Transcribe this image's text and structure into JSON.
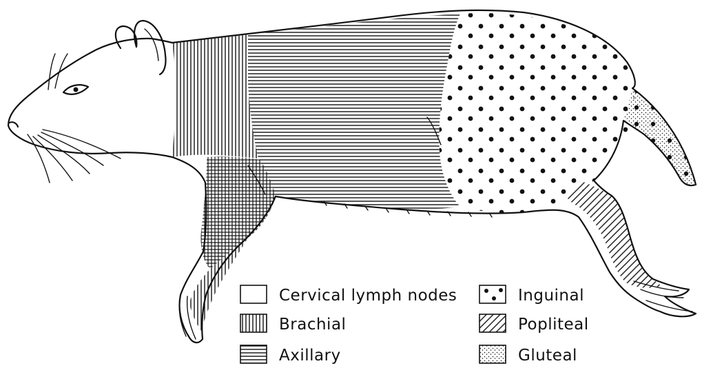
{
  "legend": {
    "items": [
      {
        "key": "cervical",
        "label": "Cervical lymph nodes",
        "pattern": "blank"
      },
      {
        "key": "brachial",
        "label": "Brachial",
        "pattern": "vertical-lines"
      },
      {
        "key": "axillary",
        "label": "Axillary",
        "pattern": "horizontal-lines"
      },
      {
        "key": "inguinal",
        "label": "Inguinal",
        "pattern": "large-dots"
      },
      {
        "key": "popliteal",
        "label": "Popliteal",
        "pattern": "diagonal-lines"
      },
      {
        "key": "gluteal",
        "label": "Gluteal",
        "pattern": "fine-stipple"
      }
    ]
  },
  "colors": {
    "ink": "#111111",
    "paper": "#ffffff"
  }
}
